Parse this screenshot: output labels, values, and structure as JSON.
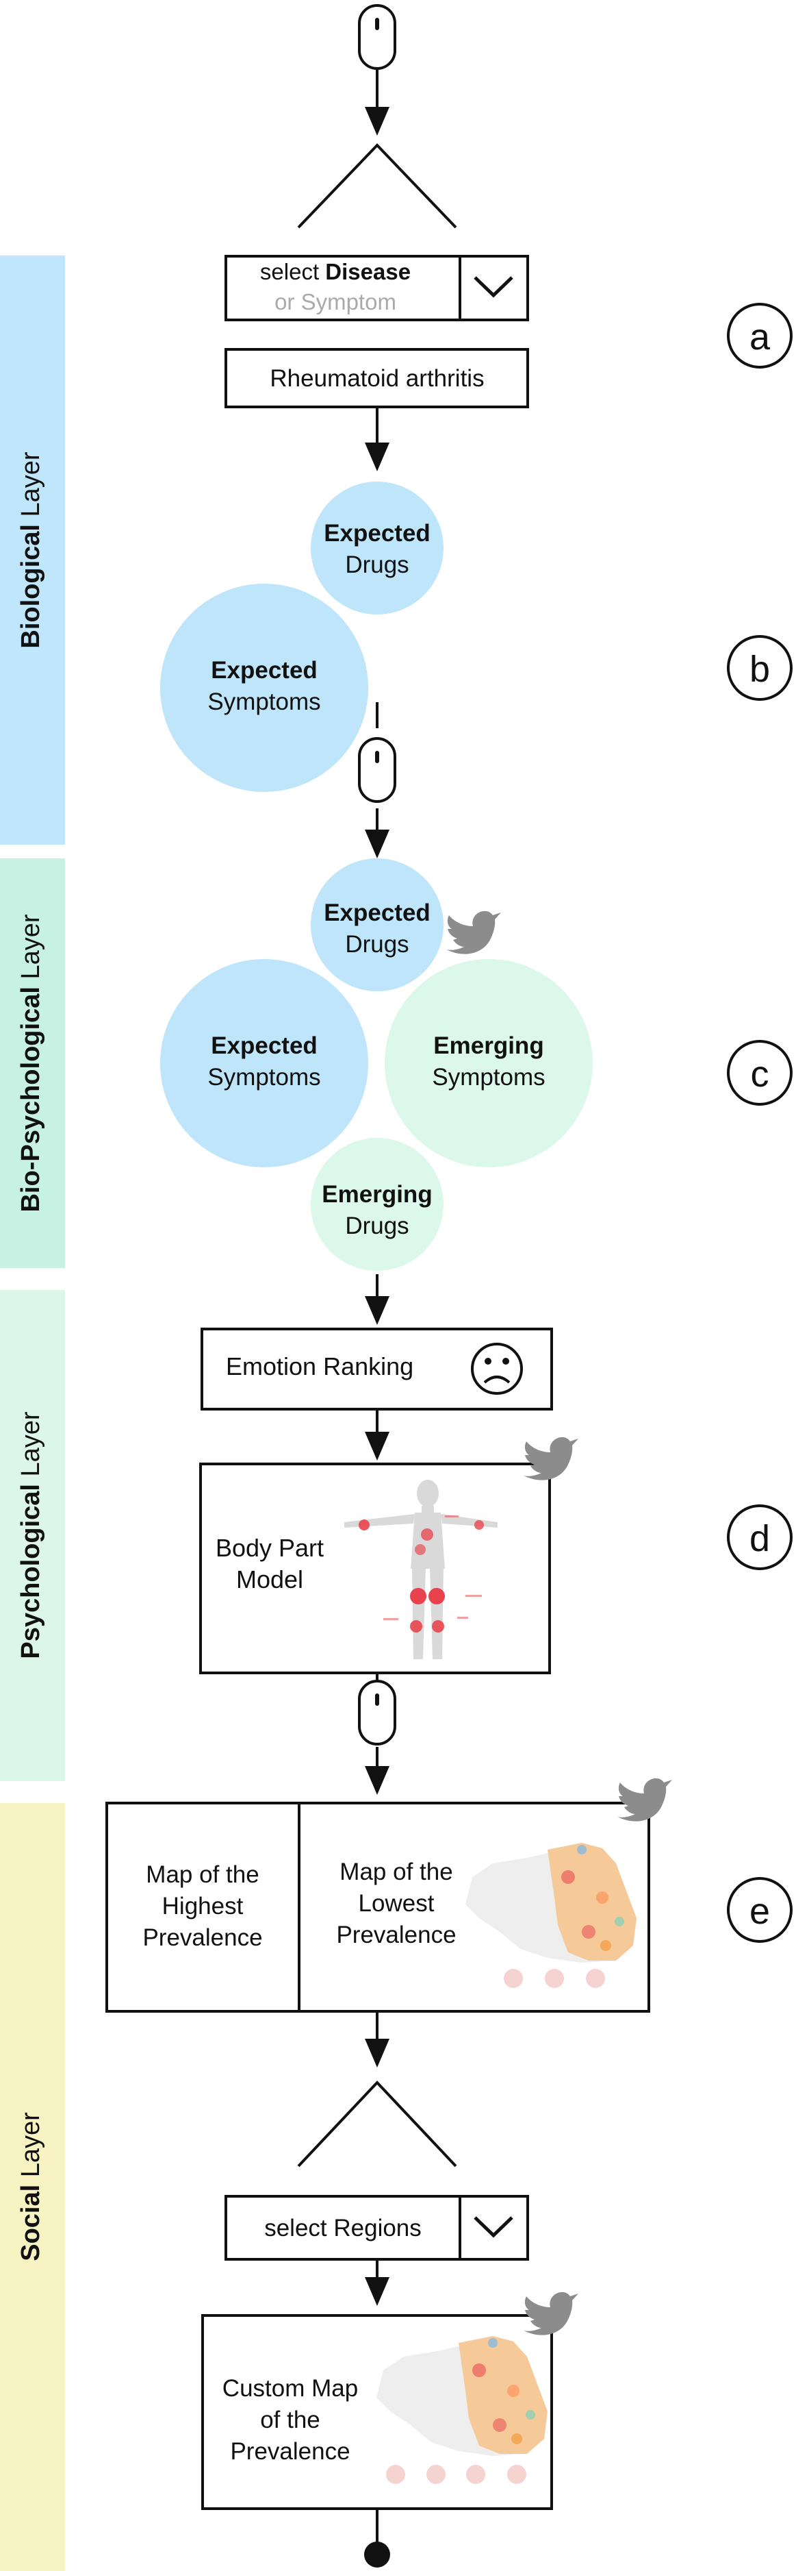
{
  "layers": [
    {
      "label_bold": "Biological",
      "label_rest": " Layer",
      "color": "#bfe6fb"
    },
    {
      "label_bold": "Bio-Psychological",
      "label_rest": " Layer",
      "color": "#c6f1e3"
    },
    {
      "label_bold": "Psychological",
      "label_rest": " Layer",
      "color": "#dcf7ea"
    },
    {
      "label_bold": "Social",
      "label_rest": " Layer",
      "color": "#f8f3c3"
    }
  ],
  "step_labels": [
    "a",
    "b",
    "c",
    "d",
    "e"
  ],
  "disease_select": {
    "label_plain": "select ",
    "label_bold": "Disease",
    "hint": "or Symptom"
  },
  "selected_disease": "Rheumatoid arthritis",
  "bubbles": {
    "expected_drugs": {
      "bold": "Expected",
      "rest": "Drugs"
    },
    "expected_symptoms": {
      "bold": "Expected",
      "rest": "Symptoms"
    },
    "emerging_symptoms": {
      "bold": "Emerging",
      "rest": "Symptoms"
    },
    "emerging_drugs": {
      "bold": "Emerging",
      "rest": "Drugs"
    }
  },
  "emotion_ranking": "Emotion Ranking",
  "body_part_model": {
    "line1": "Body Part",
    "line2": "Model"
  },
  "maps": {
    "highest": [
      "Map of the",
      "Highest",
      "Prevalence"
    ],
    "lowest": [
      "Map of the",
      "Lowest",
      "Prevalence"
    ]
  },
  "region_select": "select Regions",
  "custom_map": [
    "Custom Map",
    "of the",
    "Prevalence"
  ],
  "colors": {
    "expected": "#bfe5fb",
    "emerging": "#dcf8ea",
    "line": "#111111",
    "icon_gray": "#8c8c8c",
    "heat": "#e8424c",
    "dot": "#f5d3d1",
    "hint": "#aaaaaa"
  },
  "icons": [
    "mouse-icon",
    "twitter-bird-icon",
    "sad-face-icon",
    "chevron-down-icon",
    "body-model-icon",
    "uk-map-icon"
  ]
}
